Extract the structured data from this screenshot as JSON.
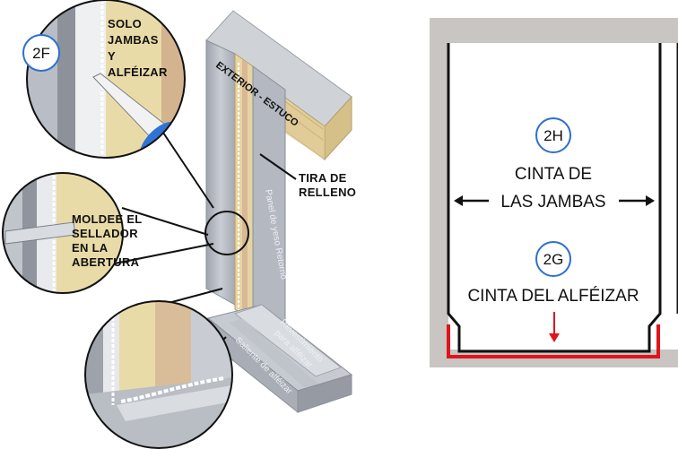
{
  "left_diagram": {
    "badge_2f": "2F",
    "callout_jambs_sill": [
      "SOLO",
      "JAMBAS",
      "Y",
      "ALFÉIZAR"
    ],
    "callout_tool_sealant": [
      "MOLDEE EL",
      "SELLADOR",
      "EN LA",
      "ABERTURA"
    ],
    "callout_filler_strip": [
      "TIRA DE",
      "RELLENO"
    ],
    "exterior_label": "EXTERIOR - ESTUCO",
    "drywall_return_label": "Panel de yeso Retorno",
    "sill_covering_label": [
      "Revestimiento",
      "para alféizar"
    ],
    "sill_overhang_label": "Saliente de alféizar"
  },
  "right_diagram": {
    "badge_2h": "2H",
    "jamb_tape_label": [
      "CINTA DE",
      "LAS JAMBAS"
    ],
    "badge_2g": "2G",
    "sill_tape_label": "CINTA DEL ALFÉIZAR"
  },
  "colors": {
    "badge_stroke": "#2f6fd0",
    "sill_tape": "#e0141c",
    "frame": "#c8c5c2",
    "metal": "#b8bcc4",
    "wood": "#e6d5a2",
    "sealant_ring": "#2f74d4"
  }
}
